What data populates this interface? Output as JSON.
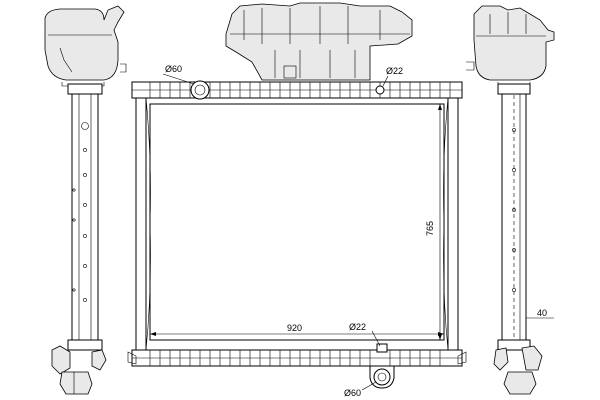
{
  "dimensions": {
    "port_top_left": "Ø60",
    "port_top_right": "Ø22",
    "core_height": "765",
    "core_width": "920",
    "port_bottom_small": "Ø22",
    "port_bottom_large": "Ø60",
    "side_depth": "40"
  }
}
